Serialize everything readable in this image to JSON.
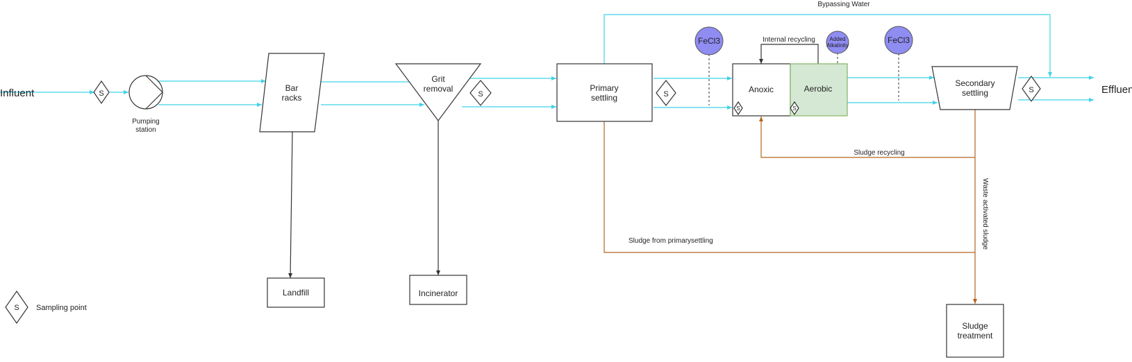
{
  "endpoints": {
    "influent": "Influent",
    "effluent": "Effluent"
  },
  "units": {
    "pumping_station": [
      "Pumping",
      "station"
    ],
    "bar_racks": [
      "Bar",
      "racks"
    ],
    "grit_removal": [
      "Grit",
      "removal"
    ],
    "primary_settling": [
      "Primary",
      "settling"
    ],
    "anoxic": "Anoxic",
    "aerobic": "Aerobic",
    "secondary_settling": [
      "Secondary",
      "settling"
    ],
    "landfill": "Landfill",
    "incinerator": "Incinerator",
    "sludge_treatment": [
      "Sludge",
      "treatment"
    ]
  },
  "chemicals": {
    "fecl3_1": "FeCl3",
    "fecl3_2": "FeCl3",
    "alkalinity": [
      "Added",
      "Alkalinity"
    ]
  },
  "flows": {
    "bypassing_water": "Bypassing Water",
    "internal_recycling": "Internal recycling",
    "sludge_recycling": "Sludge recycling",
    "waste_activated_sludge": "Waste activated sludge",
    "sludge_from_primary": "Sludge from primarysettling"
  },
  "legend": {
    "symbol": "S",
    "label": "Sampling point"
  },
  "sampling_symbol": "S",
  "colors": {
    "water_line": "#3fd2e6",
    "sludge_line": "#b5651d",
    "chemical_fill": "#8f8cf2",
    "aerobic_fill": "#d5e8d4"
  }
}
